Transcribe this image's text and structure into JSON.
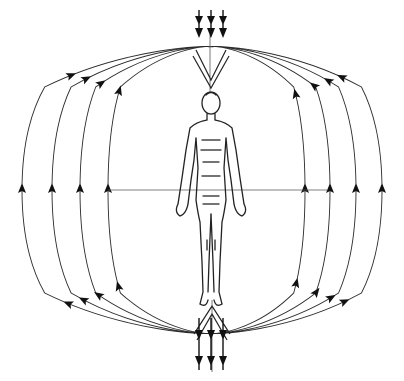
{
  "diagram": {
    "field_lines_per_side": 4,
    "arrows_per_line": 3,
    "axial_arrow_count": 3,
    "colors": {
      "background": "#ffffff",
      "line": "#2a2a2a",
      "arrow": "#111111",
      "guide": "#555555"
    }
  }
}
